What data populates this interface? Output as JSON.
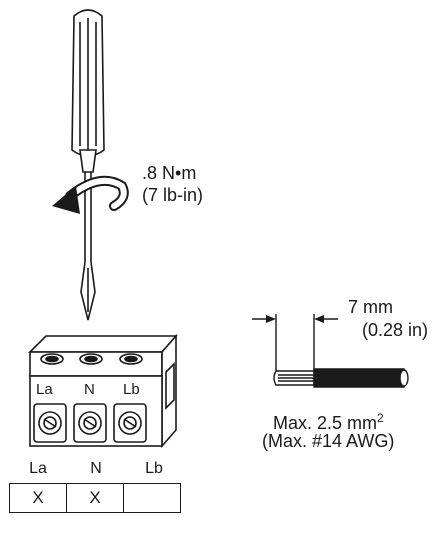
{
  "torque": {
    "value_metric": ".8 N•m",
    "value_imperial": "(7 lb-in)"
  },
  "wire": {
    "strip_length": "7 mm",
    "strip_length_in": "(0.28 in)",
    "max_size": "Max.  2.5 mm",
    "max_size_sup": "2",
    "max_size_awg": "(Max.  #14 AWG)"
  },
  "connector": {
    "terminals": [
      "La",
      "N",
      "Lb"
    ]
  },
  "table": {
    "headers": [
      "La",
      "N",
      "Lb"
    ],
    "row": [
      "X",
      "X",
      ""
    ]
  }
}
